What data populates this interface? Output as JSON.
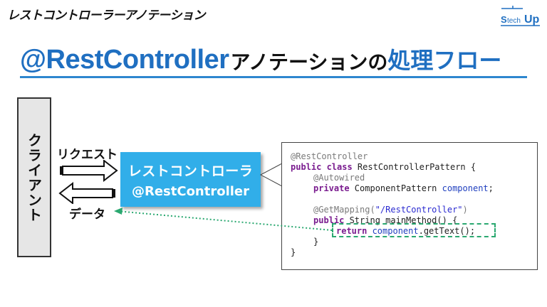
{
  "header": {
    "title": "レストコントローラーアノテーション",
    "logo_text": "StechUp"
  },
  "main_title": {
    "part1": "@RestController",
    "part2": "アノテーションの",
    "part3": "処理フロー"
  },
  "diagram": {
    "client_label": "クライアント",
    "request_label": "リクエスト",
    "response_label": "データ",
    "controller_line1": "レストコントローラ",
    "controller_line2": "@RestController"
  },
  "code": {
    "line1": "@RestController",
    "line2_kw": "public class ",
    "line2_rest": "RestControllerPattern {",
    "line3": "@Autowired",
    "line4_kw": "private ",
    "line4_type": "ComponentPattern ",
    "line4_field": "component",
    "line4_end": ";",
    "line5": "@GetMapping(",
    "line5_str": "\"/RestController\"",
    "line5_end": ")",
    "line6_kw": "public ",
    "line6_rest": "String mainMethod() {",
    "line7_kw": "return ",
    "line7_field": "component",
    "line7_rest": ".getText();",
    "line8": "}",
    "line9": "}"
  },
  "colors": {
    "accent": "#1f6fc1",
    "controller": "#31aee9",
    "highlight": "#2aa870"
  }
}
